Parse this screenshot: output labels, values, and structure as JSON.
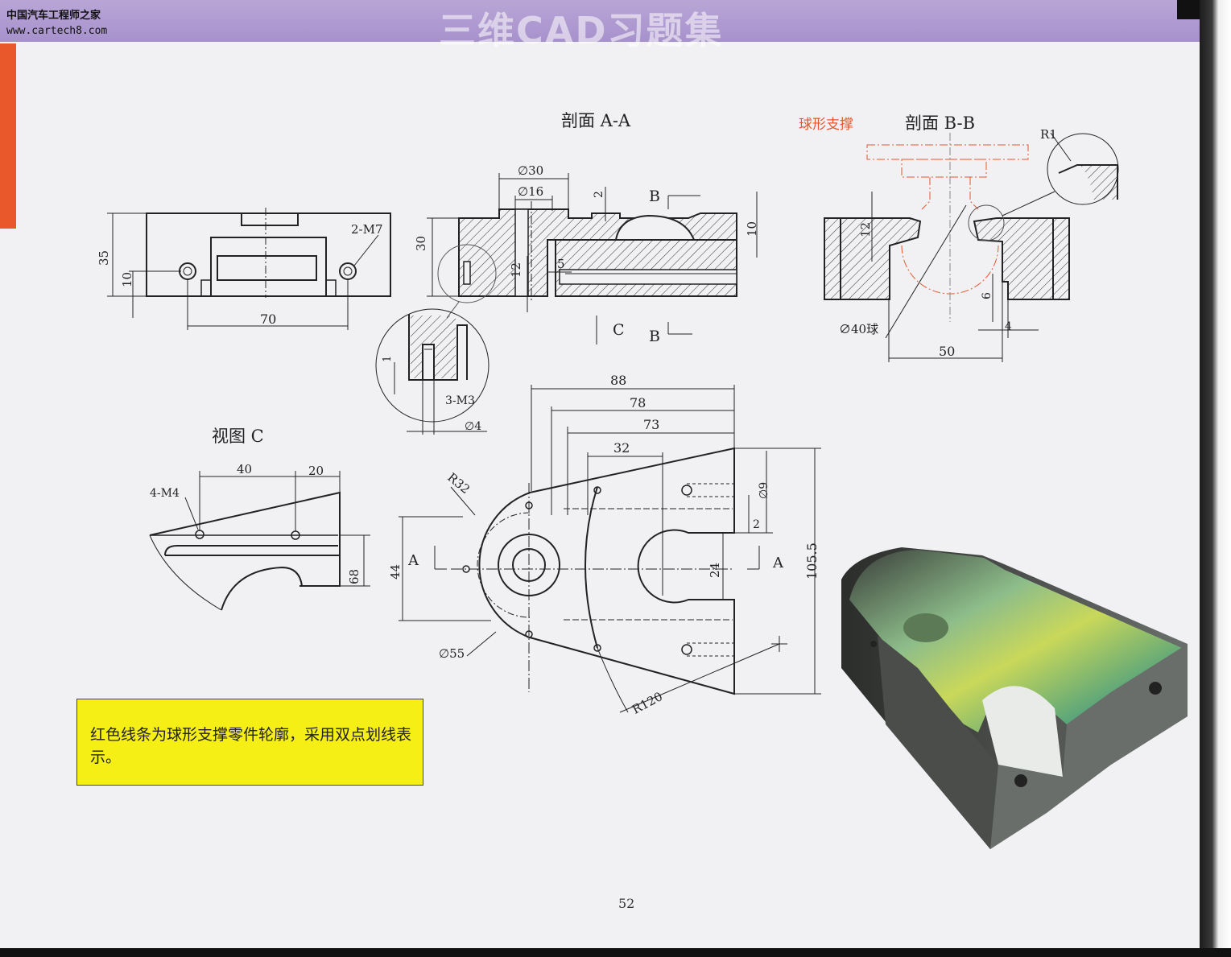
{
  "header": {
    "title": "三维CAD习题集",
    "watermark_name": "中国汽车工程师之家",
    "watermark_url": "www.cartech8.com"
  },
  "drawing": {
    "views": {
      "section_aa": "剖面 A-A",
      "section_bb": "剖面 B-B",
      "view_c": "视图 C"
    },
    "red_label": "球形支撑",
    "front_view": {
      "dim_35": "35",
      "dim_10": "10",
      "dim_70": "70",
      "hole": "2-M7"
    },
    "section_aa_dims": {
      "d30": "∅30",
      "d16": "∅16",
      "d2": "2",
      "d30v": "30",
      "d12": "12",
      "d5": "5",
      "d10": "10",
      "arrow_b": "B",
      "arrow_c": "C"
    },
    "detail": {
      "d1": "1",
      "thread": "3-M3",
      "d4": "∅4"
    },
    "section_bb_dims": {
      "r1": "R1",
      "d12": "12",
      "sphere": "∅40球",
      "d6": "6",
      "d4": "4",
      "d50": "50"
    },
    "view_c_dims": {
      "d40": "40",
      "d20": "20",
      "hole": "4-M4",
      "d68": "68"
    },
    "plan_view": {
      "d88": "88",
      "d78": "78",
      "d73": "73",
      "d32": "32",
      "r32": "R32",
      "d9": "∅9",
      "d2": "2",
      "d24": "24",
      "d44": "44",
      "d105": "105.5",
      "d55": "∅55",
      "r120": "R120",
      "section_a": "A"
    }
  },
  "note": {
    "text": "红色线条为球形支撑零件轮廓，采用双点划线表示。"
  },
  "page": {
    "number": "52"
  }
}
